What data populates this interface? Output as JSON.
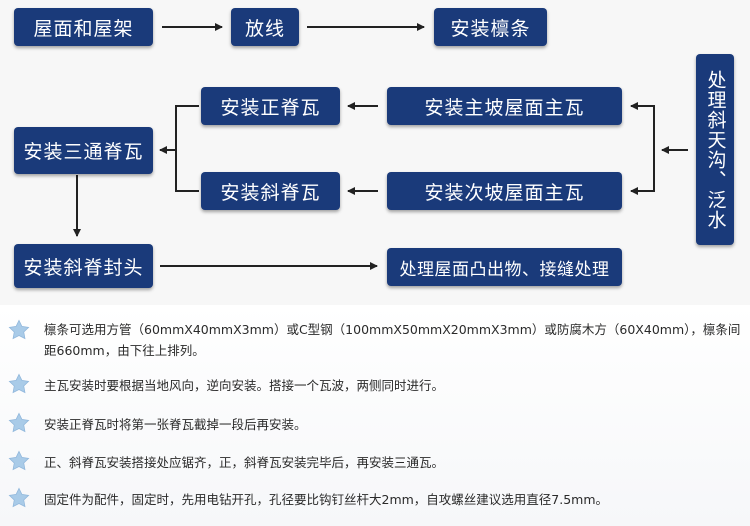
{
  "flow": {
    "roof_frame": "屋面和屋架",
    "line_setting": "放线",
    "install_purlin": "安装檩条",
    "install_ridge_tile": "安装正脊瓦",
    "install_main_slope_tile": "安装主坡屋面主瓦",
    "install_three_way_ridge_tile": "安装三通脊瓦",
    "install_hip_ridge_tile": "安装斜脊瓦",
    "install_secondary_slope_tile": "安装次坡屋面主瓦",
    "handle_valley_flashing": "处理斜天沟、泛水",
    "install_hip_ridge_end": "安装斜脊封头",
    "handle_roof_protrusions": "处理屋面凸出物、接缝处理"
  },
  "notes": [
    "檩条可选用方管（60mmX40mmX3mm）或C型钢（100mmX50mmX20mmX3mm）或防腐木方（60X40mm），檩条间距660mm，由下往上排列。",
    "主瓦安装时要根据当地风向，逆向安装。搭接一个瓦波，两侧同时进行。",
    "安装正脊瓦时将第一张脊瓦截掉一段后再安装。",
    "正、斜脊瓦安装搭接处应锯齐，正，斜脊瓦安装完毕后，再安装三通瓦。",
    "固定件为配件，固定时，先用电钻开孔，孔径要比钩钉丝杆大2mm，自攻螺丝建议选用直径7.5mm。"
  ],
  "colors": {
    "box_fill": "#1a3a7a",
    "box_text": "#ffffff",
    "arrow": "#222222",
    "star": "#a9cbe8"
  },
  "icons": {
    "note_bullet": "star-icon"
  }
}
